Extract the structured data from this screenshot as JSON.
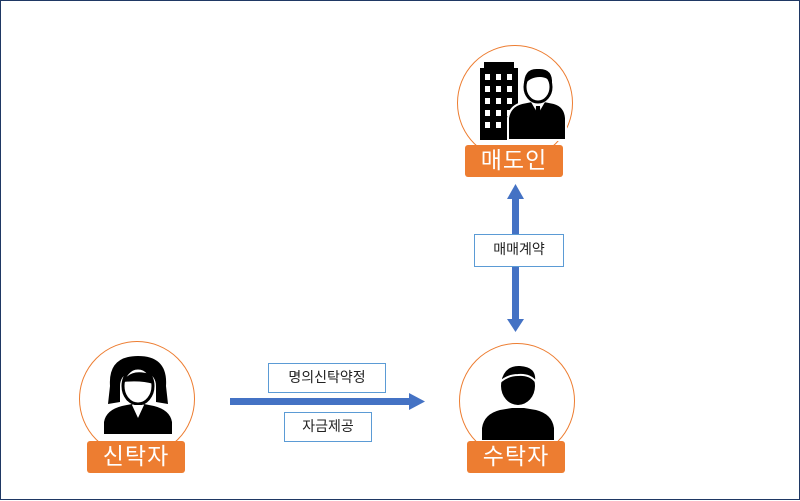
{
  "nodes": {
    "seller": {
      "label": "매도인",
      "icon": "building-businessman-icon"
    },
    "truster": {
      "label": "신탁자",
      "icon": "woman-icon"
    },
    "trustee": {
      "label": "수탁자",
      "icon": "man-icon"
    }
  },
  "edges": {
    "sale_contract": {
      "label": "매매계약"
    },
    "trust_agreement": {
      "label": "명의신탁약정"
    },
    "fund_provision": {
      "label": "자금제공"
    }
  },
  "colors": {
    "node_border": "#ed7d31",
    "label_fill": "#ed7d31",
    "arrow": "#4472c4",
    "edge_label_border": "#5b9bd5",
    "frame": "#1f3864"
  }
}
